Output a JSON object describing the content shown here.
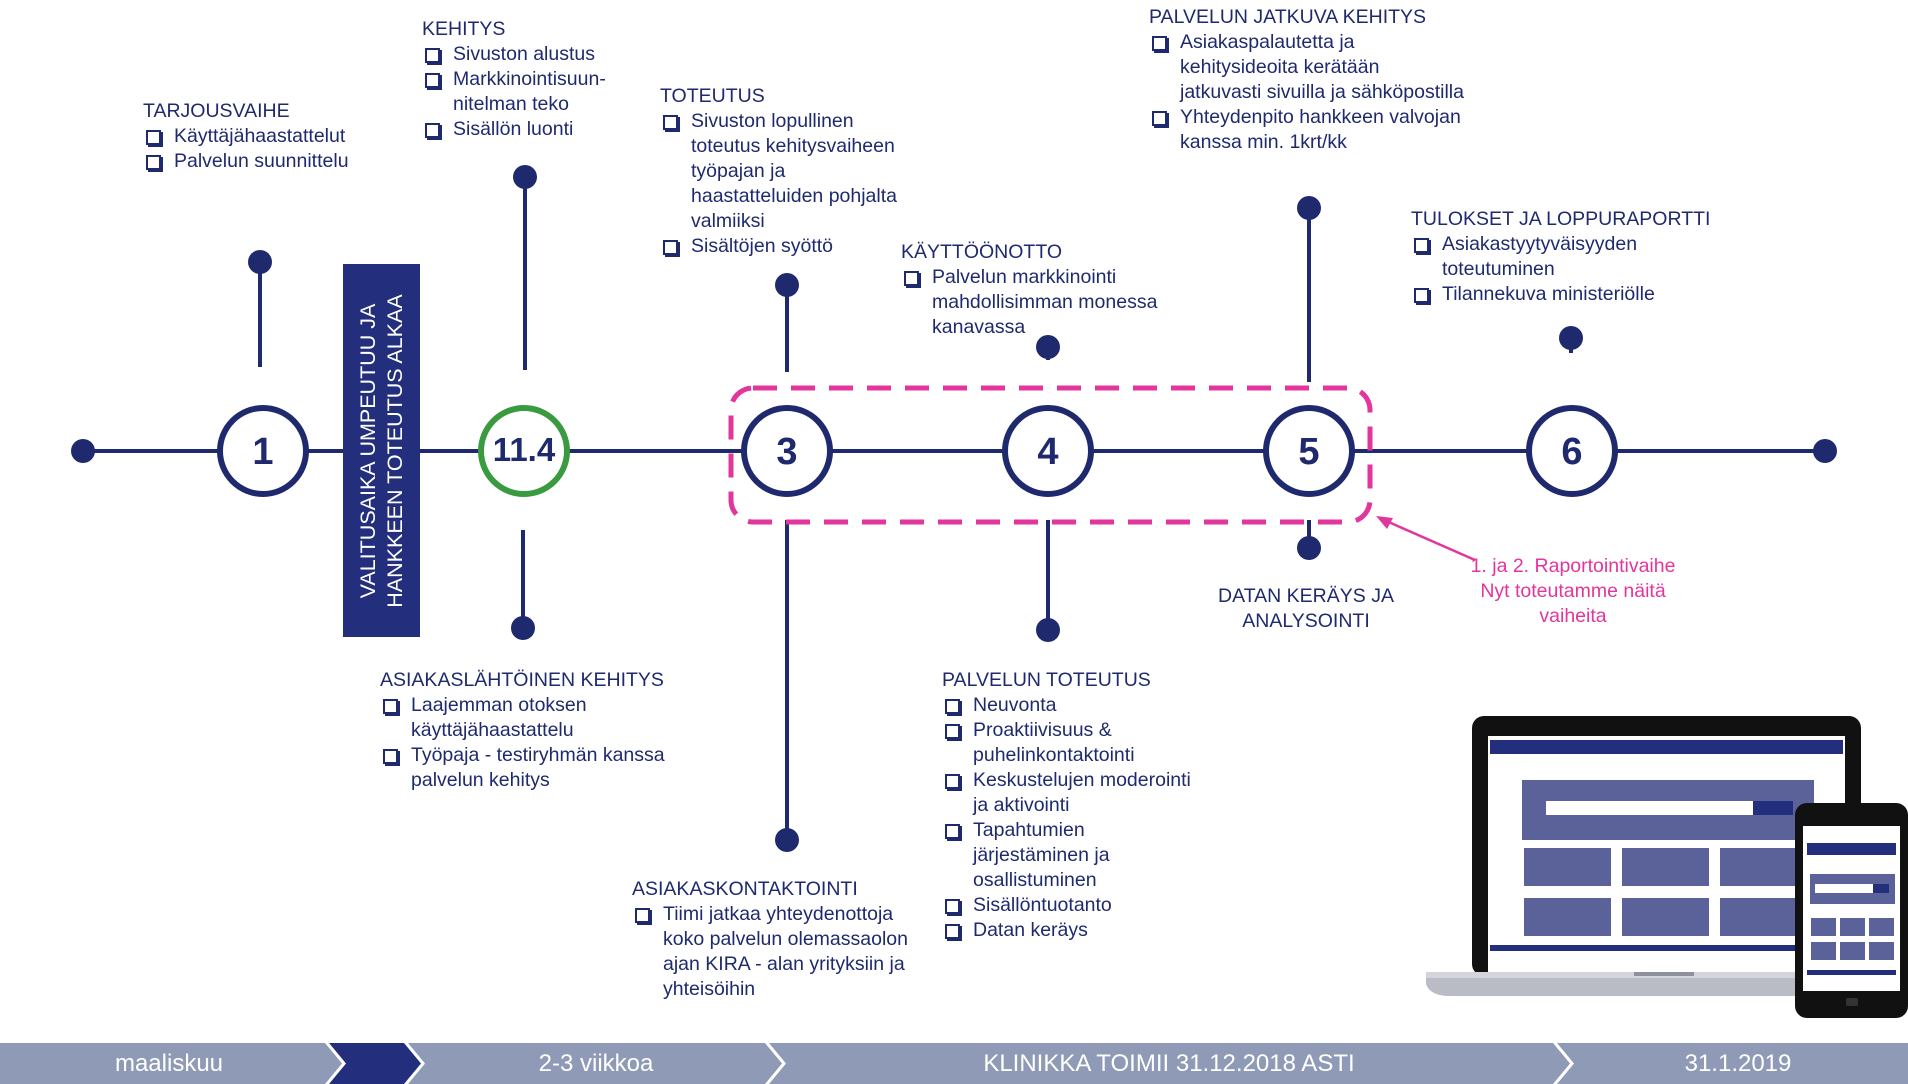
{
  "milestones": [
    {
      "label": "1"
    },
    {
      "label": "11.4"
    },
    {
      "label": "3"
    },
    {
      "label": "4"
    },
    {
      "label": "5"
    },
    {
      "label": "6"
    }
  ],
  "vertical_banner": "VALITUSAIKA UMPEUTUU JA HANKKEEN TOTEUTUS ALKAA",
  "phases": {
    "tarjousvaihe": {
      "title": "TARJOUSVAIHE",
      "items": [
        "Käyttäjähaastattelut",
        "Palvelun suunnittelu"
      ]
    },
    "kehitys": {
      "title": "KEHITYS",
      "items": [
        "Sivuston alustus",
        "Markkinointisuun-\nnitelman teko",
        "Sisällön luonti"
      ]
    },
    "toteutus": {
      "title": "TOTEUTUS",
      "items": [
        "Sivuston lopullinen\ntoteutus kehitysvaiheen\ntyöpajan ja\nhaastatteluiden pohjalta\nvalmiiksi",
        "Sisältöjen syöttö"
      ]
    },
    "kayttoonotto": {
      "title": "KÄYTTÖÖNOTTO",
      "items": [
        "Palvelun markkinointi\nmahdollisimman monessa\nkanavassa"
      ]
    },
    "jatkuva": {
      "title": "PALVELUN JATKUVA KEHITYS",
      "items": [
        "Asiakaspalautetta ja\nkehitysideoita kerätään\njatkuvasti sivuilla ja sähköpostilla",
        "Yhteydenpito hankkeen valvojan\nkanssa min. 1krt/kk"
      ]
    },
    "tulokset": {
      "title": "TULOKSET JA LOPPURAPORTTI",
      "items": [
        "Asiakastyytyväisyyden\ntoteutuminen",
        "Tilannekuva ministeriölle"
      ]
    },
    "asiakaslahtoinen": {
      "title": "ASIAKASLÄHTÖINEN KEHITYS",
      "items": [
        "Laajemman otoksen\nkäyttäjähaastattelu",
        "Työpaja - testiryhmän kanssa\npalvelun kehitys"
      ]
    },
    "asiakaskontaktointi": {
      "title": "ASIAKASKONTAKTOINTI",
      "items": [
        "Tiimi jatkaa yhteydenottoja\nkoko palvelun olemassaolon\najan KIRA - alan yrityksiin ja\nyhteisöihin"
      ]
    },
    "palvelun_toteutus": {
      "title": "PALVELUN TOTEUTUS",
      "items": [
        "Neuvonta",
        "Proaktiivisuus &\npuhelinkontaktointi",
        "Keskustelujen moderointi\nja aktivointi",
        "Tapahtumien\njärjestäminen ja\nosallistuminen",
        "Sisällöntuotanto",
        "Datan keräys"
      ]
    },
    "datan_keraus": {
      "title": "DATAN KERÄYS JA\nANALYSOINTI"
    }
  },
  "reporting_note": "1. ja 2. Raportointivaihe\nNyt toteutamme näitä\nvaiheita",
  "timeline_bar": [
    "maaliskuu",
    "",
    "2-3 viikkoa",
    "KLINIKKA TOIMII 31.12.2018 ASTI",
    "31.1.2019"
  ],
  "colors": {
    "navy": "#1f2a6e",
    "pink": "#e3369c",
    "green": "#3a9a3f",
    "bar_light": "#8f9ab6",
    "bar_dark": "#232f7d"
  },
  "icons": [
    "laptop-icon",
    "phone-icon"
  ]
}
